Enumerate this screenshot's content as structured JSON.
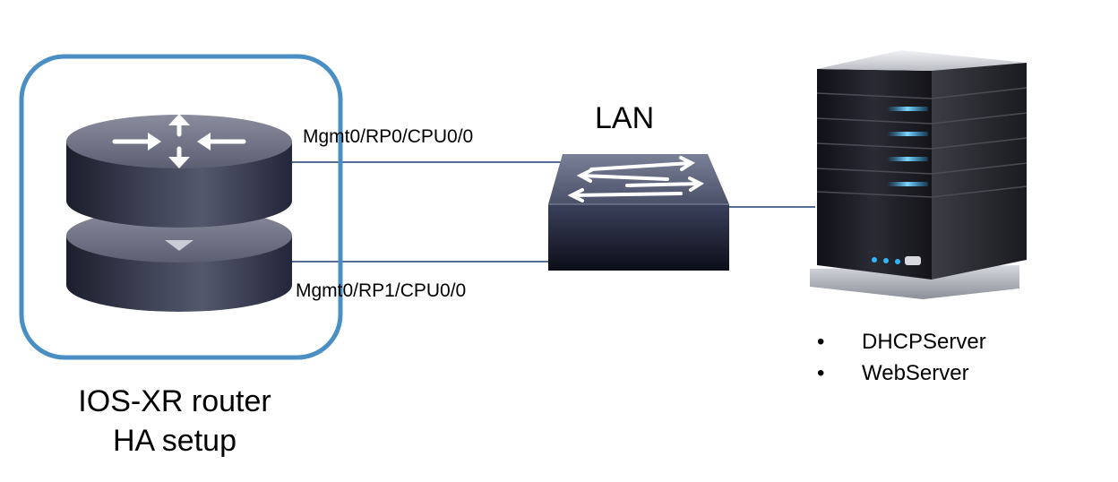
{
  "lan": {
    "label": "LAN"
  },
  "links": {
    "rp0_port": "Mgmt0/RP0/CPU0/0",
    "rp1_port": "Mgmt0/RP1/CPU0/0"
  },
  "router": {
    "caption_line1": "IOS-XR router",
    "caption_line2": "HA setup",
    "icon": "router-icon"
  },
  "switch": {
    "icon": "switch-icon"
  },
  "server": {
    "icon": "server-icon",
    "services": [
      "DHCPServer",
      "WebServer"
    ]
  },
  "colors": {
    "router_outline": "#4a8fc4",
    "link_line": "#1e3d73",
    "led_glow": "#2fb6ff"
  }
}
